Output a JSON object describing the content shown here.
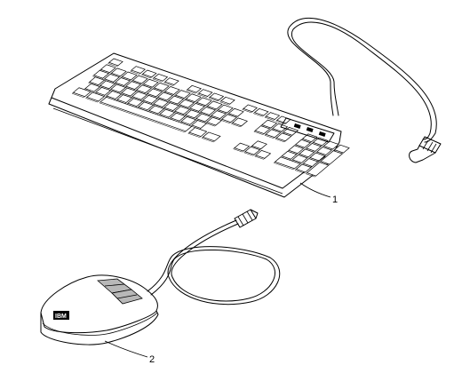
{
  "callouts": {
    "keyboard": "1",
    "mouse": "2"
  },
  "mouse_logo": "IBM",
  "colors": {
    "line": "#000000",
    "background": "#ffffff",
    "mouse_button": "#b8b8b8"
  }
}
